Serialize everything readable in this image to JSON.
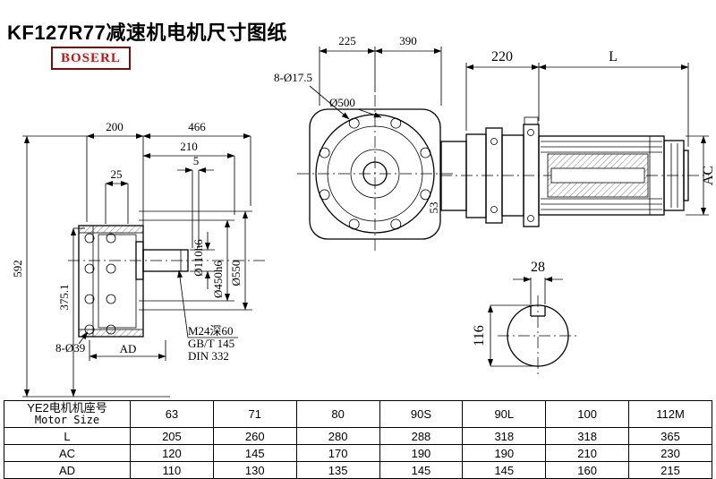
{
  "title": "KF127R77减速机电机尺寸图纸",
  "logo": "BOSERL",
  "drawing": {
    "front": {
      "bolt_holes": "8-Ø17.5",
      "d500": "Ø500",
      "dim225": "225",
      "dim390": "390",
      "dim220": "220",
      "dimL": "L",
      "dimAC": "AC",
      "dim53": "53"
    },
    "side": {
      "dim200": "200",
      "dim466": "466",
      "dim210": "210",
      "dim5": "5",
      "dim25": "25",
      "dim592": "592",
      "dim375": "375.1",
      "bolt_holes": "8-Ø39",
      "dimAD": "AD",
      "d110": "Ø110h6",
      "d450": "Ø450h6",
      "d550": "Ø550",
      "note_m24": "M24深60",
      "note_gb": "GB/T 145",
      "note_din": "DIN 332"
    },
    "shaft": {
      "dim28": "28",
      "dim116": "116"
    }
  },
  "table": {
    "header_cn": "YE2电机机座号",
    "header_en": "Motor Size",
    "sizes": [
      "63",
      "71",
      "80",
      "90S",
      "90L",
      "100",
      "112M"
    ],
    "rows": [
      {
        "label": "L",
        "values": [
          "205",
          "260",
          "280",
          "288",
          "318",
          "318",
          "365"
        ]
      },
      {
        "label": "AC",
        "values": [
          "120",
          "145",
          "170",
          "190",
          "190",
          "210",
          "230"
        ]
      },
      {
        "label": "AD",
        "values": [
          "110",
          "130",
          "135",
          "145",
          "145",
          "160",
          "215"
        ]
      }
    ]
  }
}
